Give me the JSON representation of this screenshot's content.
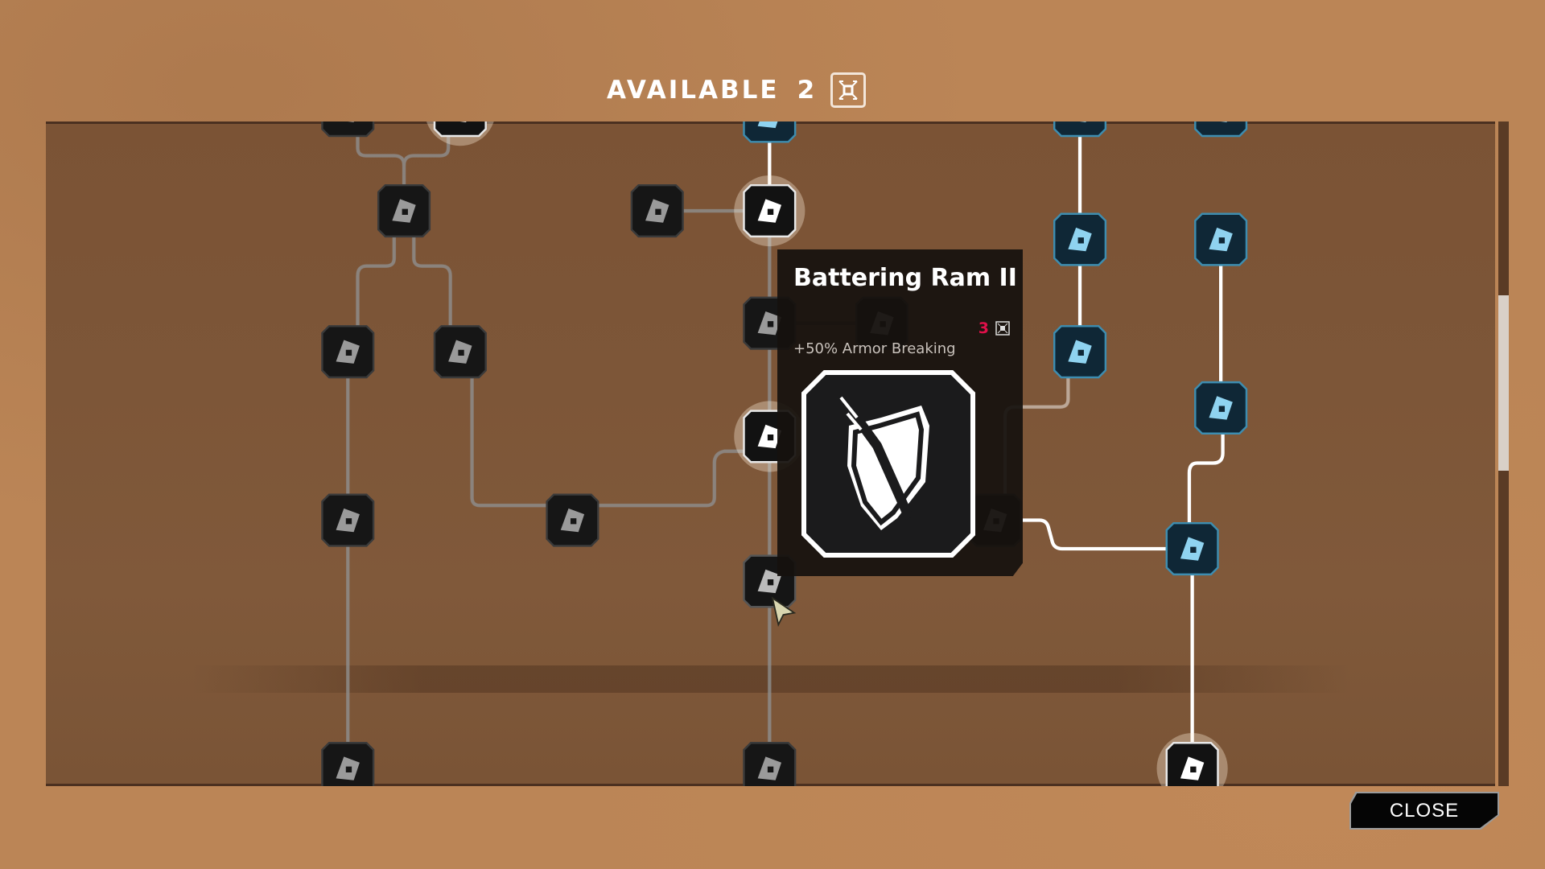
{
  "header": {
    "label": "AVAILABLE",
    "count": "2",
    "icon": "skill-chip-icon"
  },
  "tooltip": {
    "title": "Battering Ram II",
    "cost": "3",
    "cost_icon": "skill-chip-icon",
    "description": "+50% Armor Breaking",
    "icon": "shattered-shield-icon"
  },
  "close_label": "CLOSE",
  "colors": {
    "background": "#bb8556",
    "panel": "#7b5335",
    "blue_node": "#4aa3c8",
    "unlocked": "#ffffff",
    "locked": "#8a8a8a",
    "cost": "#e0104a"
  },
  "nodes": [
    {
      "icon": "stomp-icon",
      "state": "locked",
      "col": 410,
      "row": 214
    },
    {
      "icon": "helmet-crate-icon",
      "state": "locked",
      "col": 667,
      "row": 214
    },
    {
      "icon": "hands-icon",
      "state": "available",
      "col": 781,
      "row": 214
    },
    {
      "icon": "charge-icon",
      "state": "locked",
      "col": 353,
      "row": 357
    },
    {
      "icon": "brawler-icon",
      "state": "locked",
      "col": 467,
      "row": 357
    },
    {
      "icon": "fire-icon",
      "state": "locked",
      "col": 781,
      "row": 328
    },
    {
      "icon": "helmet-triangle-icon",
      "state": "locked",
      "col": 895,
      "row": 328
    },
    {
      "icon": "fist-icon",
      "state": "available",
      "col": 781,
      "row": 443
    },
    {
      "icon": "speed-arrows-icon",
      "state": "locked",
      "col": 353,
      "row": 528
    },
    {
      "icon": "pickaxe-icon",
      "state": "locked",
      "col": 581,
      "row": 528
    },
    {
      "icon": "shattered-shield-icon",
      "state": "hovered",
      "col": 781,
      "row": 590
    },
    {
      "icon": "target-move-icon",
      "state": "locked",
      "col": 1010,
      "row": 528
    },
    {
      "icon": "skull-eye-icon",
      "state": "owned",
      "col": 1096,
      "row": 243
    },
    {
      "icon": "network-fist-icon",
      "state": "owned",
      "col": 1239,
      "row": 243
    },
    {
      "icon": "trap-icon",
      "state": "owned",
      "col": 1096,
      "row": 357
    },
    {
      "icon": "bullseye-icon",
      "state": "owned",
      "col": 1239,
      "row": 414
    },
    {
      "icon": "crossbow-icon",
      "state": "owned",
      "col": 1210,
      "row": 557
    },
    {
      "icon": "sword-swing-icon",
      "state": "locked",
      "col": 353,
      "row": 780
    },
    {
      "icon": "helmet-crate-icon",
      "state": "locked",
      "col": 781,
      "row": 780
    },
    {
      "icon": "runner-icon",
      "state": "available",
      "col": 1210,
      "row": 780
    },
    {
      "icon": "node-icon",
      "state": "locked",
      "col": 353,
      "row": 112
    },
    {
      "icon": "node-icon",
      "state": "available",
      "col": 467,
      "row": 112
    },
    {
      "icon": "hands-icon",
      "state": "owned",
      "col": 781,
      "row": 118
    },
    {
      "icon": "node-icon",
      "state": "owned",
      "col": 1096,
      "row": 112
    },
    {
      "icon": "node-icon",
      "state": "owned",
      "col": 1239,
      "row": 112
    }
  ]
}
